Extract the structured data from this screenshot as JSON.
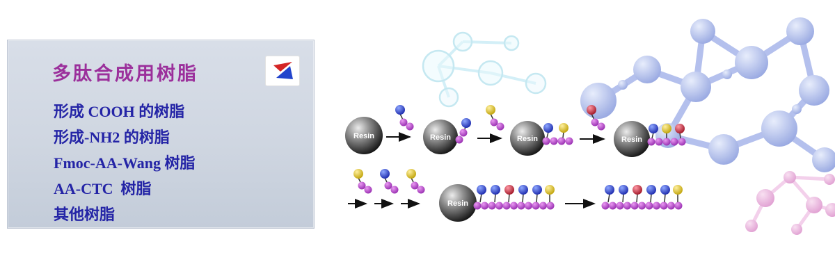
{
  "panel": {
    "title": "多肽合成用树脂",
    "items": [
      "形成 COOH 的树脂",
      "形成-NH2 的树脂",
      "Fmoc-AA-Wang 树脂",
      "AA-CTC  树脂",
      "其他树脂"
    ],
    "logo_icon": "brand-triangle-logo"
  },
  "illustration": {
    "resin_label": "Resin",
    "colors": {
      "bead_purple": "#b44cc8",
      "ball_blue": "#2233bb",
      "ball_yellow": "#dfc400",
      "ball_red": "#b51f30",
      "resin_sphere": "#2a2a2a",
      "molecule_blue": "#9dabe8",
      "molecule_cyan": "#cdeef6",
      "molecule_pink": "#e2a2d4"
    }
  }
}
